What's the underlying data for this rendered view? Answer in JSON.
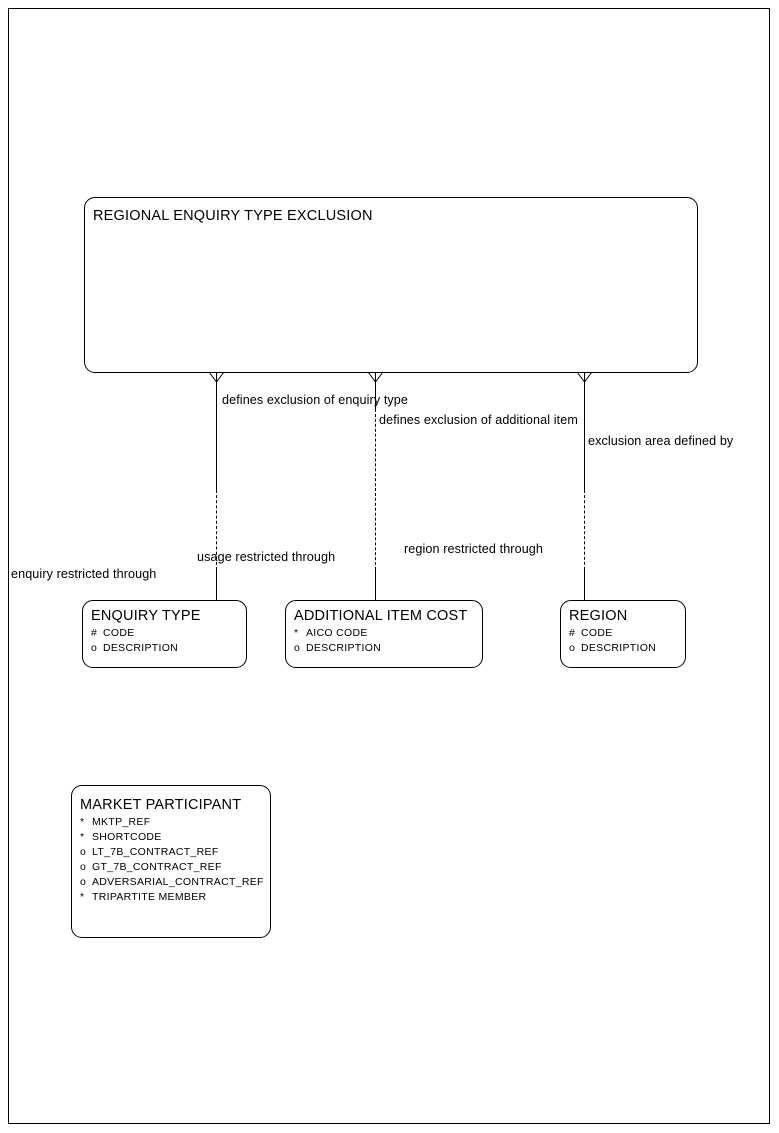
{
  "diagram": {
    "type": "entity-relationship-diagram",
    "title": "Regional Enquiry Type Exclusion ER Diagram",
    "background_color": "#ffffff",
    "line_color": "#000000"
  },
  "entities": [
    {
      "id": "regional-enquiry-type-exclusion",
      "name": "REGIONAL ENQUIRY TYPE EXCLUSION",
      "attributes": []
    },
    {
      "id": "enquiry-type",
      "name": "ENQUIRY TYPE",
      "attributes": [
        {
          "marker": "#",
          "label": "CODE"
        },
        {
          "marker": "o",
          "label": "DESCRIPTION"
        }
      ]
    },
    {
      "id": "additional-item-cost",
      "name": "ADDITIONAL ITEM COST",
      "attributes": [
        {
          "marker": "*",
          "label": "AICO CODE"
        },
        {
          "marker": "o",
          "label": "DESCRIPTION"
        }
      ]
    },
    {
      "id": "region",
      "name": "REGION",
      "attributes": [
        {
          "marker": "#",
          "label": "CODE"
        },
        {
          "marker": "o",
          "label": "DESCRIPTION"
        }
      ]
    },
    {
      "id": "market-participant",
      "name": "MARKET PARTICIPANT",
      "attributes": [
        {
          "marker": "*",
          "label": "MKTP_REF"
        },
        {
          "marker": "*",
          "label": "SHORTCODE"
        },
        {
          "marker": "o",
          "label": "LT_7B_CONTRACT_REF"
        },
        {
          "marker": "o",
          "label": "GT_7B_CONTRACT_REF"
        },
        {
          "marker": "o",
          "label": "ADVERSARIAL_CONTRACT_REF"
        },
        {
          "marker": "*",
          "label": "TRIPARTITE MEMBER"
        }
      ]
    }
  ],
  "relationships": [
    {
      "id": "enquiry-type-relationship",
      "from_label": "defines exclusion of enquiry type",
      "to_label": "enquiry restricted through"
    },
    {
      "id": "additional-item-relationship",
      "from_label": "defines exclusion of additional item",
      "to_label": "usage restricted through"
    },
    {
      "id": "region-relationship",
      "from_label": "exclusion area defined by",
      "to_label": "region restricted through"
    }
  ]
}
